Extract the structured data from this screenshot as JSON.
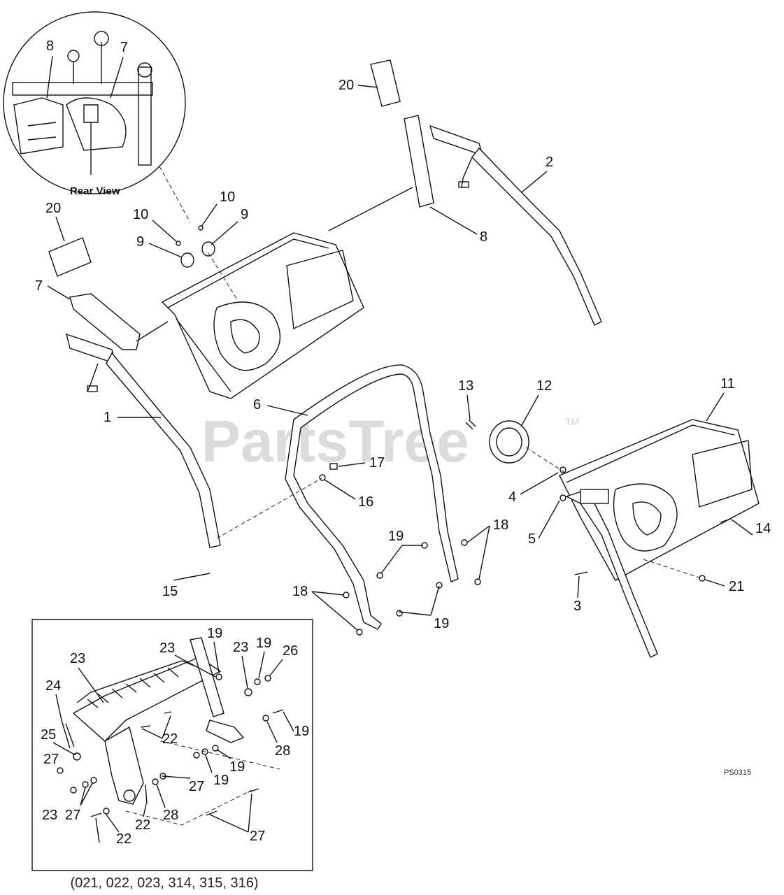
{
  "watermark": {
    "text": "PartsTree",
    "tm": "TM"
  },
  "drawing_code": "PS0315",
  "inset_top": {
    "caption": "Rear View",
    "labels": [
      "8",
      "7"
    ]
  },
  "inset_bottom": {
    "caption": "(021, 022, 023, 314, 315, 316)"
  },
  "callouts": {
    "main": [
      "20",
      "2",
      "8",
      "10",
      "10",
      "9",
      "9",
      "20",
      "7",
      "1",
      "6",
      "13",
      "12",
      "11",
      "17",
      "16",
      "4",
      "5",
      "14",
      "18",
      "19",
      "15",
      "18",
      "19",
      "3",
      "21"
    ],
    "detail": [
      "19",
      "23",
      "23",
      "19",
      "26",
      "23",
      "24",
      "23",
      "25",
      "22",
      "19",
      "27",
      "28",
      "19",
      "27",
      "19",
      "23",
      "27",
      "28",
      "22",
      "27",
      "22"
    ]
  }
}
